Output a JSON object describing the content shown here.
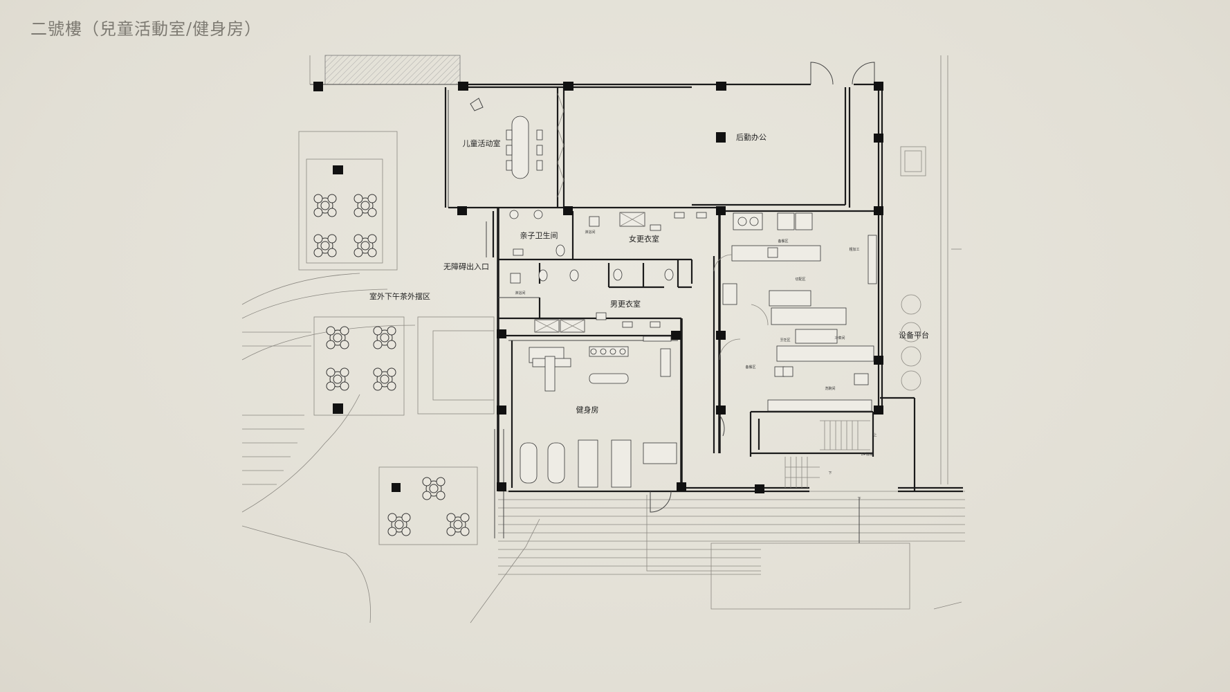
{
  "title": "二號樓（兒童活動室/健身房）",
  "rooms": {
    "kids_room": "儿童活动室",
    "back_office": "后勤办公",
    "family_restroom": "亲子卫生间",
    "women_locker": "女更衣室",
    "accessible_entry": "无障碍出入口",
    "outdoor_tea": "室外下午茶外摆区",
    "men_locker": "男更衣室",
    "gym": "健身房",
    "equipment_platform": "设备平台"
  },
  "small_labels": {
    "shower_1": "淋浴间",
    "shower_2": "淋浴间",
    "kitchen_1": "备餐区",
    "kitchen_2": "切配区",
    "kitchen_3": "粗加工",
    "kitchen_4": "烹饪区",
    "kitchen_5": "冷菜间",
    "kitchen_6": "备餐区",
    "kitchen_7": "洗碗间",
    "stair_up": "上",
    "stair_floor": "1#楼梯",
    "stair_down": "下",
    "ramp_down": "下"
  }
}
